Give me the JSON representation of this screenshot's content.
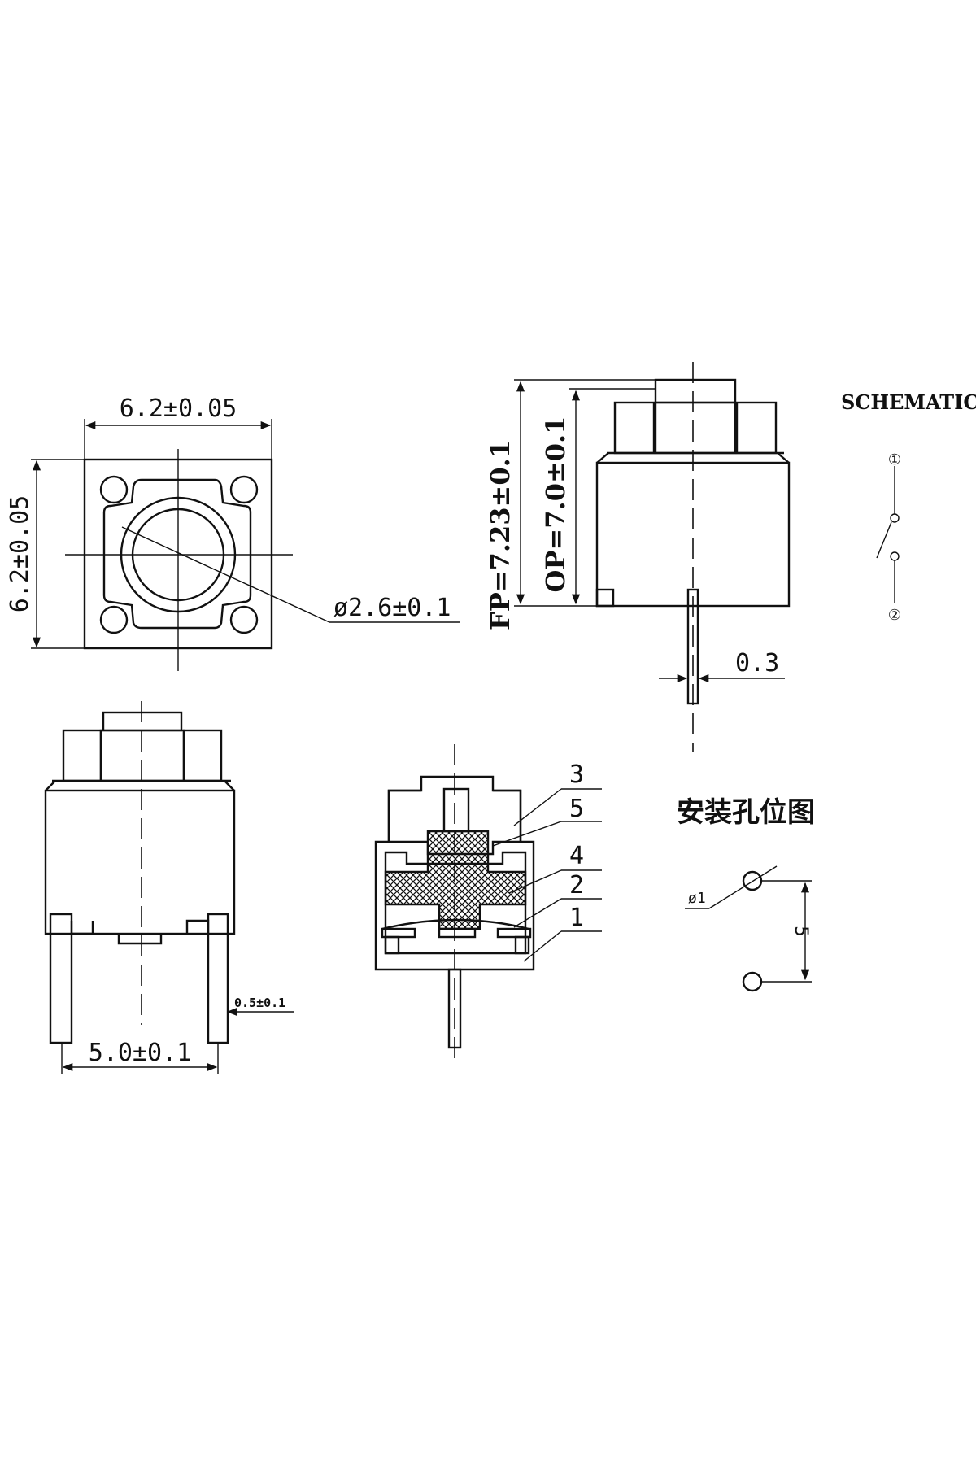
{
  "top_view": {
    "width_dim": "6.2±0.05",
    "height_dim": "6.2±0.05",
    "diameter_dim": "ø2.6±0.1"
  },
  "side_view": {
    "fp_dim": "FP=7.23±0.1",
    "op_dim": "OP=7.0±0.1",
    "pin_thickness": "0.3"
  },
  "schematic": {
    "title": "SCHEMATIC",
    "pin1": "①",
    "pin2": "②"
  },
  "front_view": {
    "pin_spacing": "5.0±0.1",
    "pin_width": "0.5±0.1"
  },
  "section_view": {
    "parts": [
      "3",
      "5",
      "4",
      "2",
      "1"
    ]
  },
  "mounting": {
    "title": "安装孔位图",
    "hole_dim": "ø1",
    "spacing": "5"
  }
}
